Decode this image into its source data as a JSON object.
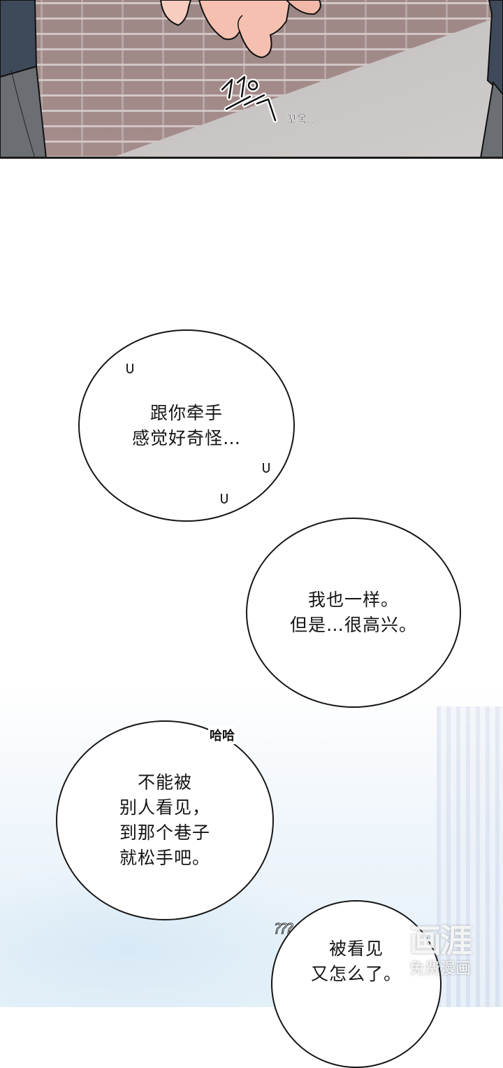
{
  "panels": {
    "top": {
      "description": "brick wall with hand grasp close-up",
      "sfx_text": "꼬옥..",
      "colors": {
        "brick": "#a48c8a",
        "mortar": "#d4cbca",
        "floor": "#cbc7c6",
        "jacket": "#3e4a5a",
        "pants": "#6b6e72",
        "skin": "#f5c0b0",
        "border": "#1b1b1b"
      }
    }
  },
  "bubbles": [
    {
      "id": "bubble-1",
      "lines": [
        "跟你牵手",
        "感觉好奇怪…"
      ]
    },
    {
      "id": "bubble-2",
      "lines": [
        "我也一样。",
        "但是…很高兴。"
      ]
    },
    {
      "id": "bubble-3",
      "lines": [
        "不能被",
        "别人看见，",
        "到那个巷子",
        "就松手吧。"
      ],
      "aside": "哈哈"
    },
    {
      "id": "bubble-4",
      "lines": [
        "被看见",
        "又怎么了。"
      ],
      "aside": "???"
    }
  ],
  "watermark": {
    "logo": "画涯",
    "subtitle": "免费漫画"
  },
  "colors": {
    "sky_tint": "#e6f1f9",
    "bubble_stroke": "#161616",
    "text": "#141414"
  }
}
